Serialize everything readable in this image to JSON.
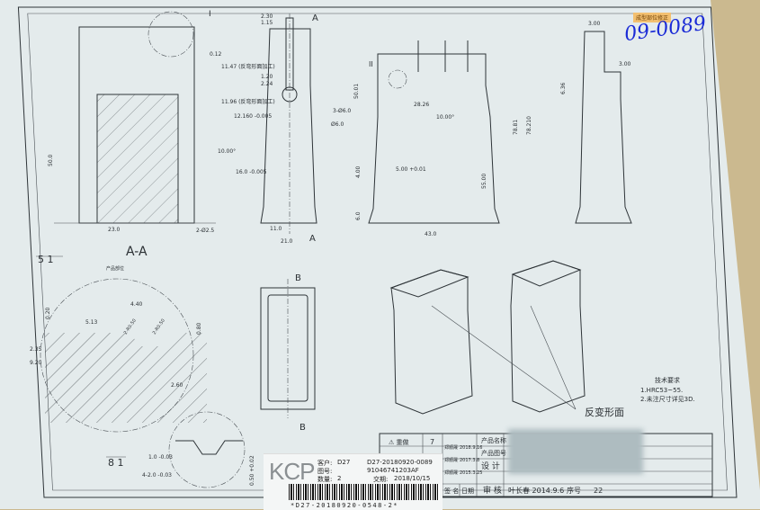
{
  "sticker": "成型部位修正",
  "handwritten": "09-0089",
  "views": {
    "detail_marker_top": "I",
    "section_marker_top": "A",
    "section_marker_bottom": "A",
    "detail_marker_left": "II",
    "section_aa_title": "A-A",
    "scale_51": "5  1",
    "scale_81": "8  1",
    "view_b_top": "B",
    "view_b_bottom": "B"
  },
  "dimensions": {
    "d_230": "2.30",
    "d_115": "1.15",
    "d_012": "0.12",
    "d_1147": "11.47 (反弯形面加工)",
    "d_120": "1.20",
    "d_224": "2.24",
    "d_1196": "11.96 (反弯形面加工)",
    "d_12160": "12.160 -0.005",
    "d_3phi6": "3-Ø6.0",
    "d_phi6": "Ø6.0",
    "d_10deg": "10.00°",
    "d_16": "16.0 -0.005",
    "d_11": "11.0",
    "d_21": "21.0",
    "d_23": "23.0",
    "d_50": "50.0",
    "d_2phi25": "2-Ø2.5",
    "d_5001": "50.01",
    "d_2826": "28.26",
    "d_10b": "10.00°",
    "d_500": "5.00 +0.01",
    "d_400": "4.00",
    "d_5500": "55.00",
    "d_7881": "78.81",
    "d_78210": "78.210",
    "d_60": "6.0",
    "d_430": "43.0",
    "d_300a": "3.00",
    "d_300b": "3.00",
    "d_636": "6.36",
    "d_440": "4.40",
    "d_513": "5.13",
    "d_020": "0.20",
    "d_235": "2.35",
    "d_920": "9.20",
    "d_080": "0.80",
    "d_260": "2.60",
    "d_r1": "2-R0.50",
    "d_r2": "2-R0.50",
    "d_10m": "1.0 -0.03",
    "d_42": "4-2.0 -0.03",
    "d_050": "0.50 +0.02",
    "note_corner": "产品部位",
    "reverse_surface": "反变形面"
  },
  "tech_notes": {
    "title": "技术要求",
    "line1": "1.HRC53~55.",
    "line2": "2.未注尺寸详见3D."
  },
  "title_block": {
    "revision_label": "⚠ 重做",
    "revision_num": "7",
    "rows": [
      {
        "name": "郑順晟",
        "date": "2018.9.16"
      },
      {
        "name": "郑順晟",
        "date": "2017.3.8"
      },
      {
        "name": "郑順晟",
        "date": "2015.3.25"
      }
    ],
    "product_name_label": "产品名称",
    "product_no_label": "产品图号",
    "design_label": "设 计",
    "sign_label": "签 名",
    "date_label": "日期",
    "review_label": "审 核",
    "reviewer": "叶长春 2014.9.6",
    "seq_label": "序号",
    "seq_value": "22"
  },
  "shipping_label": {
    "logo": "KCP",
    "customer_label": "客户:",
    "customer": "D27",
    "order": "D27-20180920-0089",
    "drawing_label": "图号:",
    "drawing_no": "91046741203AF",
    "qty_label": "数量:",
    "qty": "2",
    "delivery_label": "交期:",
    "delivery": "2018/10/15",
    "barcode_text": "*D27-20180920-0548-2*"
  }
}
